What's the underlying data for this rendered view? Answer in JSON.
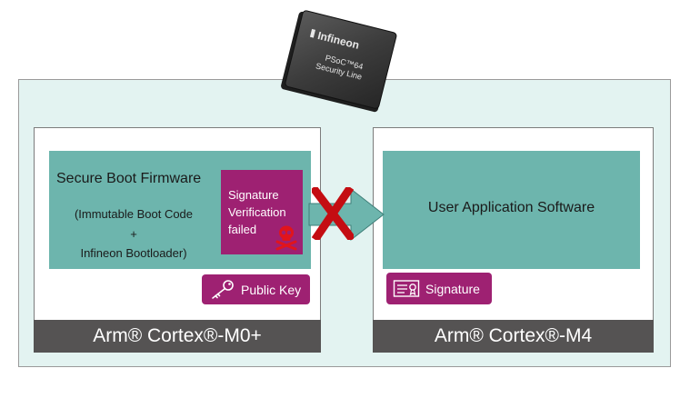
{
  "chip": {
    "brand": "Infineon",
    "model": "PSoC™64",
    "line": "Security Line"
  },
  "left_core": {
    "bar_label": "Arm® Cortex®-M0+",
    "firmware_title": "Secure Boot Firmware",
    "firmware_line1": "(Immutable Boot Code",
    "firmware_plus": "+",
    "firmware_line2": "Infineon Bootloader)",
    "verification_line1": "Signature",
    "verification_line2": "Verification",
    "verification_line3": "failed",
    "public_key_label": "Public Key"
  },
  "right_core": {
    "bar_label": "Arm® Cortex®-M4",
    "app_title": "User Application Software",
    "signature_label": "Signature"
  },
  "colors": {
    "teal": "#6db5ad",
    "magenta": "#9e2172",
    "core_bar": "#555353",
    "outer_bg": "#e3f3f1",
    "cross": "#c40d12"
  },
  "icons": [
    "key-icon",
    "certificate-icon",
    "skull-icon",
    "cross-icon",
    "arrow-icon"
  ]
}
